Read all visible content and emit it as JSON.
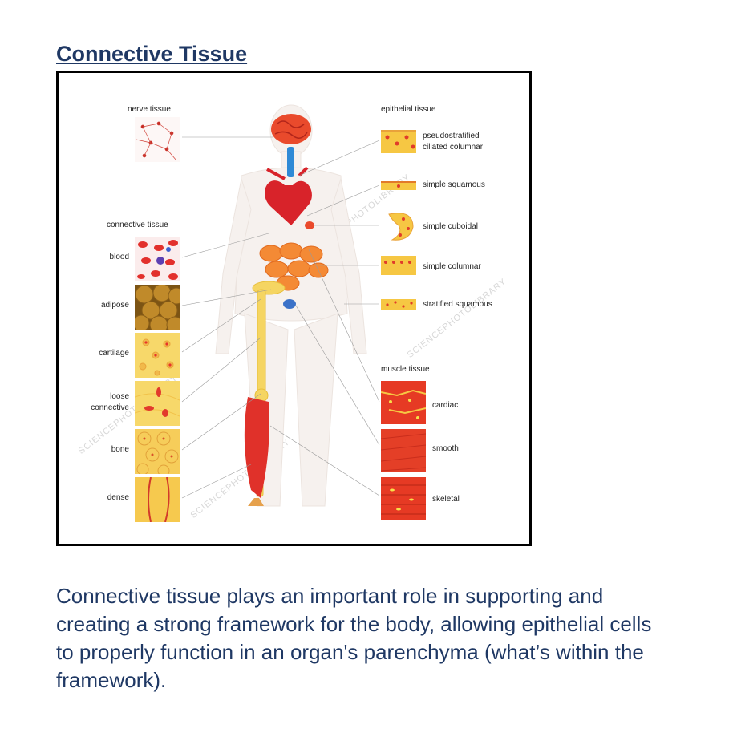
{
  "heading": "Connective Tissue",
  "diagram": {
    "watermark": "SCIENCEPHOTOLIBRARY",
    "nerve_tissue": "nerve tissue",
    "connective_tissue": {
      "header": "connective tissue",
      "items": [
        "blood",
        "adipose",
        "cartilage",
        "loose",
        "connective",
        "bone",
        "dense"
      ]
    },
    "epithelial_tissue": {
      "header": "epithelial tissue",
      "items": [
        "pseudostratified",
        "ciliated columnar",
        "simple squamous",
        "simple cuboidal",
        "simple columnar",
        "stratified squamous"
      ]
    },
    "muscle_tissue": {
      "header": "muscle tissue",
      "items": [
        "cardiac",
        "smooth",
        "skeletal"
      ]
    }
  },
  "paragraph": "Connective tissue plays an important role in supporting and creating a strong framework for the body, allowing epithelial cells to properly function in an organ's parenchyma (what’s within the framework).",
  "colors": {
    "heading": "#1f3864",
    "text": "#1f3864",
    "muscle": "#e63a24",
    "epithelium": "#f6c743",
    "adipose": "#b5801f"
  }
}
